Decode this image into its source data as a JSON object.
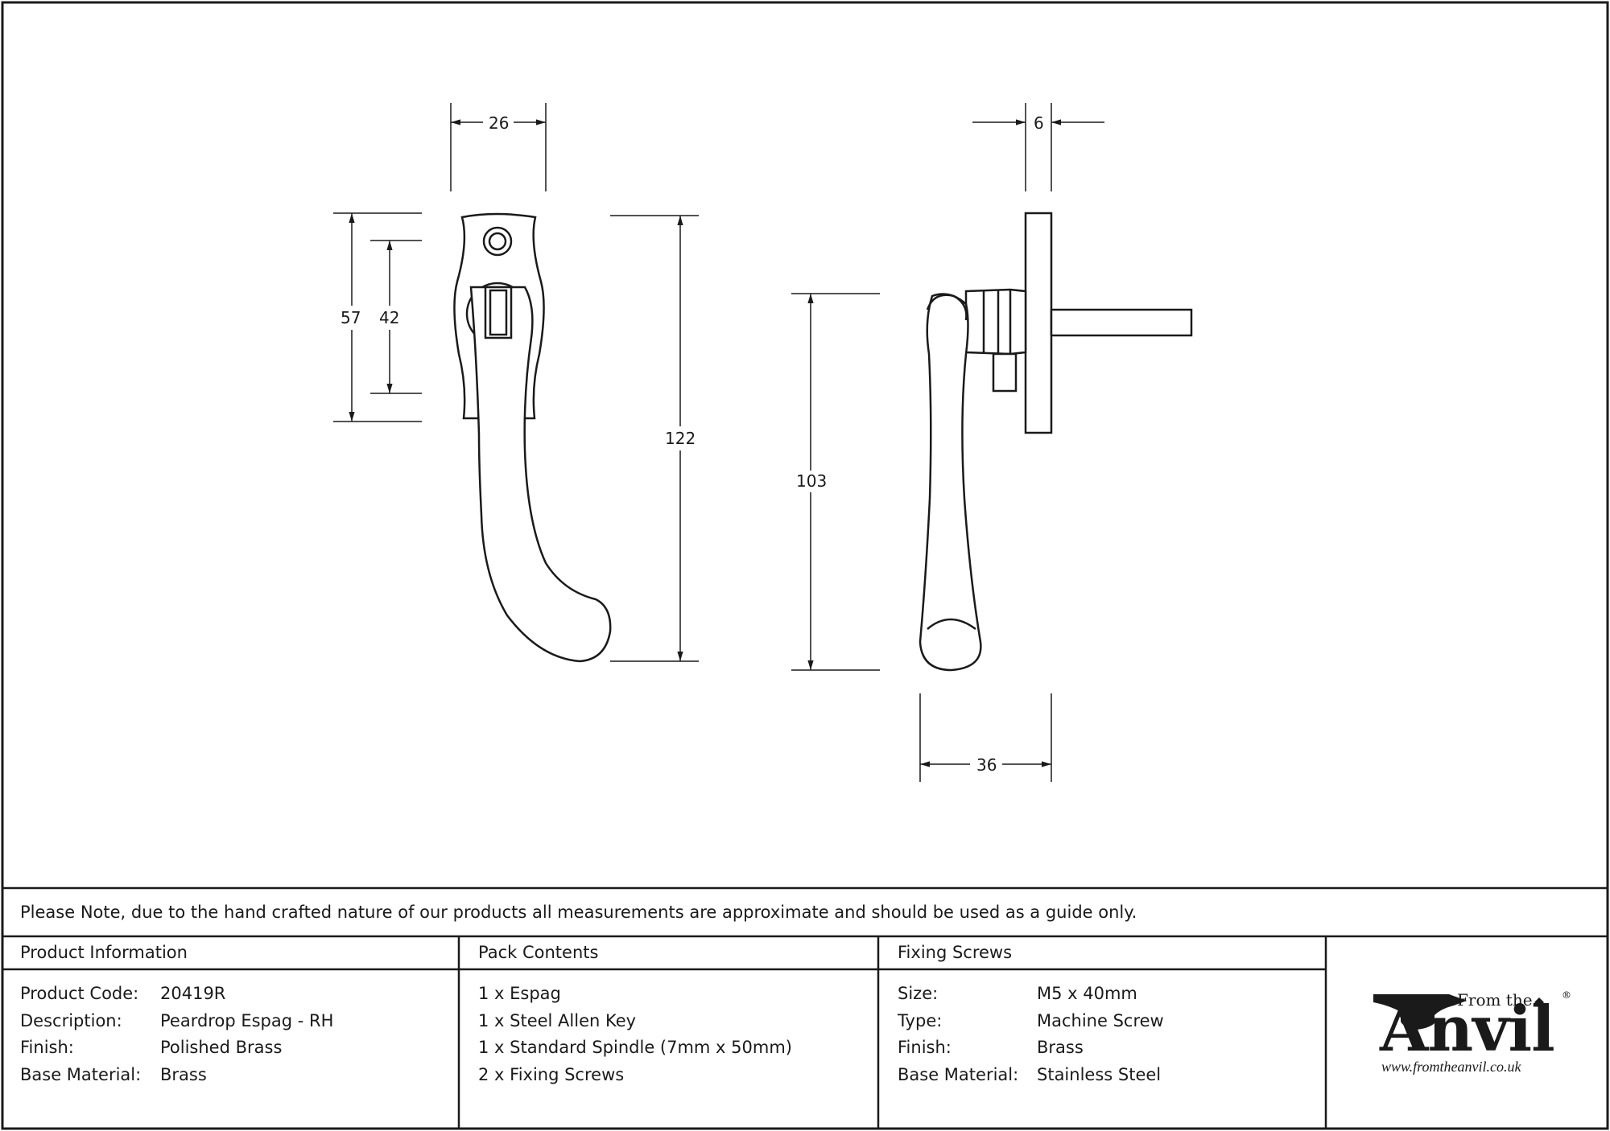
{
  "drawing": {
    "dimensions": {
      "front_width": "26",
      "backplate_height": "57",
      "fixing_centres": "42",
      "overall_length": "122",
      "handle_drop": "103",
      "plate_thickness": "6",
      "projection": "36"
    }
  },
  "note": "Please Note, due to the hand crafted nature of our products all measurements are approximate and should be used as a guide only.",
  "product_information": {
    "heading": "Product Information",
    "rows": [
      {
        "label": "Product Code:",
        "value": "20419R"
      },
      {
        "label": "Description:",
        "value": "Peardrop Espag - RH"
      },
      {
        "label": "Finish:",
        "value": "Polished Brass"
      },
      {
        "label": "Base Material:",
        "value": "Brass"
      }
    ]
  },
  "pack_contents": {
    "heading": "Pack Contents",
    "items": [
      "1 x Espag",
      "1 x Steel Allen Key",
      "1 x Standard Spindle (7mm x 50mm)",
      "2 x Fixing Screws"
    ]
  },
  "fixing_screws": {
    "heading": "Fixing Screws",
    "rows": [
      {
        "label": "Size:",
        "value": "M5 x 40mm"
      },
      {
        "label": "Type:",
        "value": "Machine Screw"
      },
      {
        "label": "Finish:",
        "value": "Brass"
      },
      {
        "label": "Base Material:",
        "value": "Stainless Steel"
      }
    ]
  },
  "logo": {
    "from_the": "From the",
    "anvil": "Anvil",
    "registered": "®",
    "url": "www.fromtheanvil.co.uk"
  },
  "colors": {
    "line": "#1a1a1a",
    "background": "#ffffff"
  }
}
